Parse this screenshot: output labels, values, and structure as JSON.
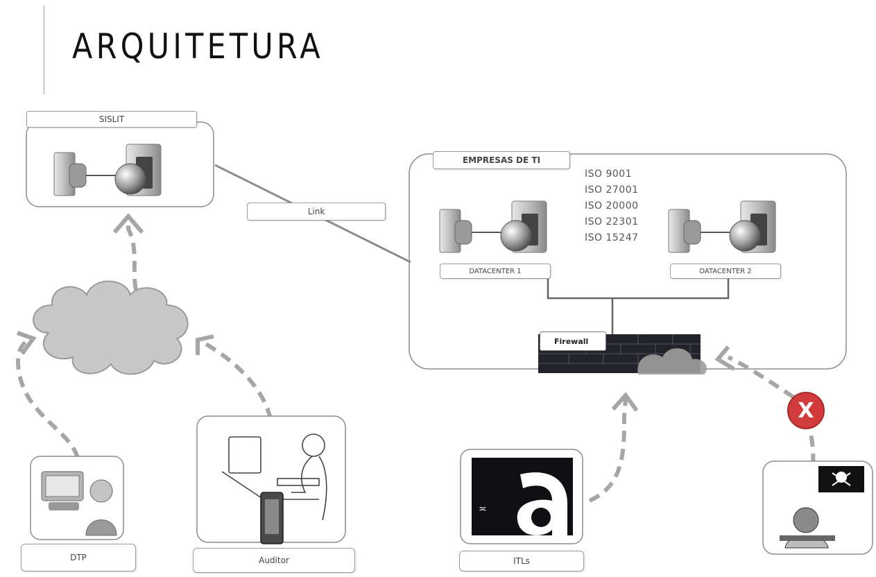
{
  "title": "ARQUITETURA",
  "nodes": {
    "sislit": "SISLIT",
    "link": "Link",
    "empresas": "EMPRESAS DE TI",
    "datacenter1": "DATACENTER 1",
    "datacenter2": "DATACENTER 2",
    "firewall": "Firewall",
    "dtp": "DTP",
    "auditor": "Auditor",
    "itls": "ITLs"
  },
  "iso_standards": [
    "ISO 9001",
    "ISO 27001",
    "ISO 20000",
    "ISO 22301",
    "ISO 15247"
  ],
  "blocked_symbol": "X",
  "colors": {
    "arrow": "#a6a6a6",
    "cloud": "#c8c8c8",
    "firewall_brick": "#23232b",
    "blocked": "#d23b3b",
    "box_border": "#9a9a9a"
  }
}
